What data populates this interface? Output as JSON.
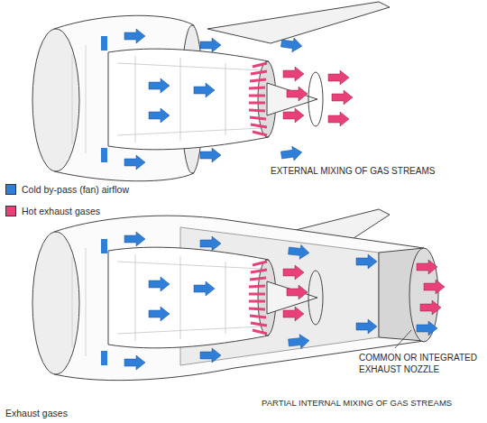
{
  "diagram": {
    "labels": [
      "EXTERNAL MIXING OF GAS STREAMS",
      "COMMON OR INTEGRATED EXHAUST NOZZLE",
      "PARTIAL INTERNAL MIXING OF GAS STREAMS",
      "Exhaust gases"
    ],
    "legend": [
      {
        "text": "Cold by-pass (fan) airflow",
        "color": "#2f7fd8"
      },
      {
        "text": "Hot exhaust gases",
        "color": "#e8407a"
      }
    ]
  }
}
